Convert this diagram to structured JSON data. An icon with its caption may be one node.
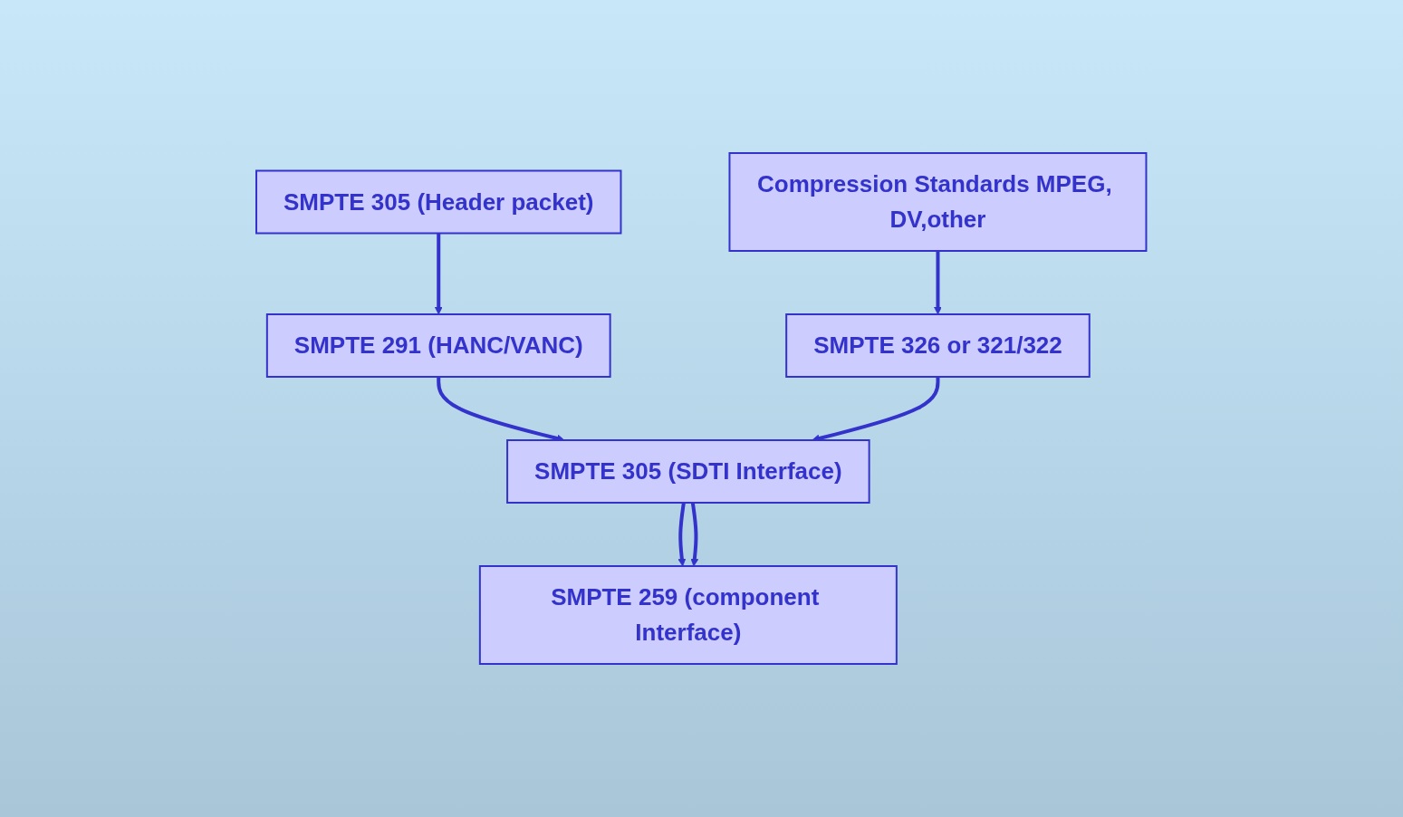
{
  "diagram": {
    "nodes": [
      {
        "text": [
          "SMPTE 305 (Header packet)"
        ]
      },
      {
        "text": [
          "Compression Standards MPEG, DV,other"
        ]
      },
      {
        "text": [
          "SMPTE 291 (HANC/VANC)"
        ]
      },
      {
        "text": [
          "SMPTE 326 or 321/322"
        ]
      },
      {
        "text": [
          "SMPTE 305 (SDTI Interface)"
        ]
      },
      {
        "text": [
          "SMPTE 259 (component Interface)"
        ]
      }
    ],
    "edges": [
      {
        "from": 0,
        "to": 2,
        "arrow": "to"
      },
      {
        "from": 1,
        "to": 3,
        "arrow": "to"
      },
      {
        "from": 2,
        "to": 4,
        "arrow": "to"
      },
      {
        "from": 3,
        "to": 4,
        "arrow": "to"
      },
      {
        "from": 4,
        "to": 5,
        "arrow": "to"
      },
      {
        "from": 4,
        "to": 5,
        "arrow": "to"
      }
    ]
  }
}
